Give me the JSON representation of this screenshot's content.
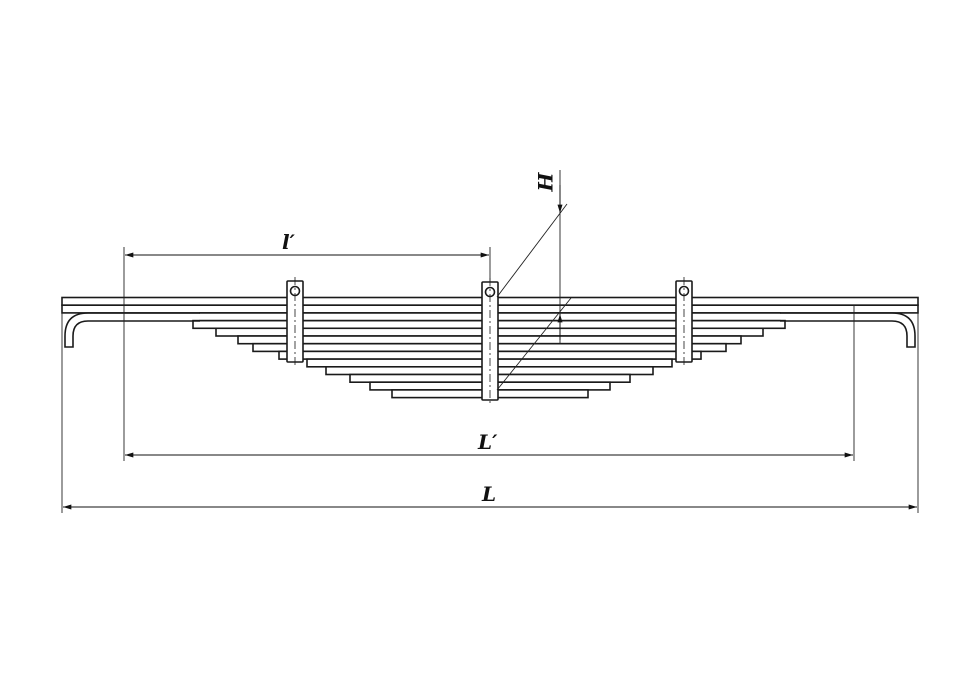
{
  "drawing": {
    "title_dimensions": {
      "half_length_label": "l′",
      "effective_length_label": "L′",
      "total_length_label": "L",
      "height_label": "H"
    },
    "leaf_count": 13,
    "line_color": "#1a1a1a"
  }
}
